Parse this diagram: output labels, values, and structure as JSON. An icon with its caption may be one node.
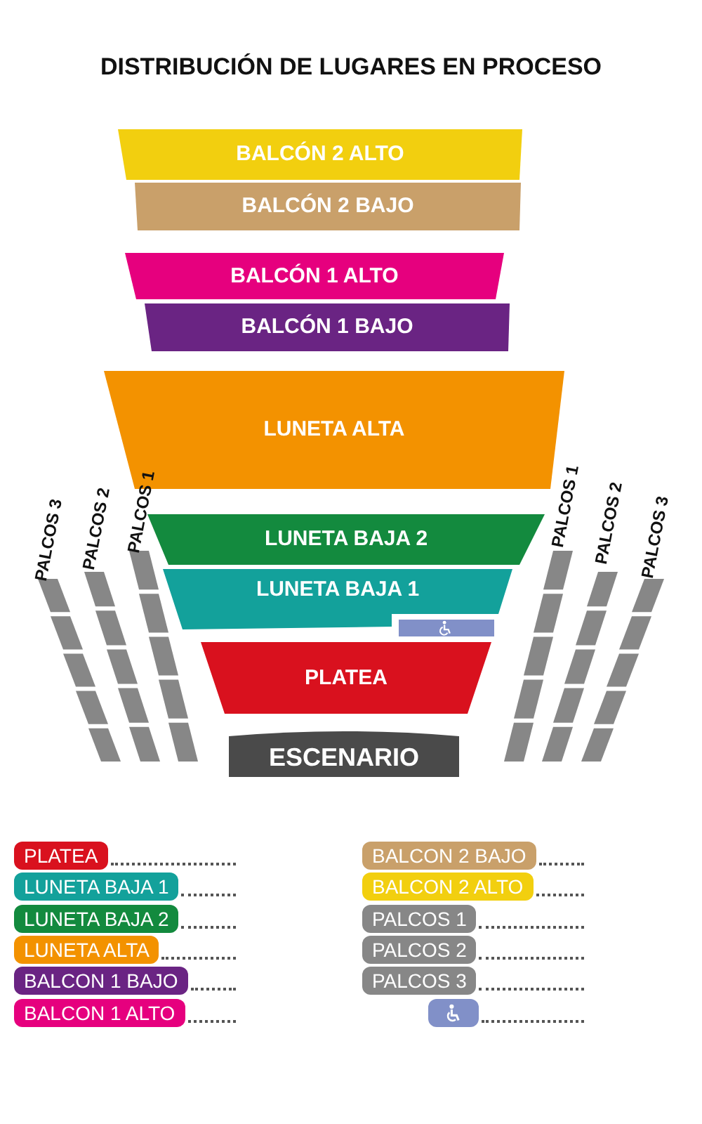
{
  "diagram": {
    "title": "DISTRIBUCIÓN DE LUGARES EN PROCESO",
    "nodes": [
      {
        "text": [
          "BALCÓN 2 ALTO"
        ]
      },
      {
        "text": [
          "BALCÓN 2 BAJO"
        ]
      },
      {
        "text": [
          "BALCÓN 1 ALTO"
        ]
      },
      {
        "text": [
          "BALCÓN 1 BAJO"
        ]
      },
      {
        "text": [
          "LUNETA ALTA"
        ]
      },
      {
        "text": [
          "LUNETA BAJA 2"
        ]
      },
      {
        "text": [
          "LUNETA BAJA 1"
        ]
      },
      {
        "text": [],
        "shape": "box"
      },
      {
        "text": [
          "PLATEA"
        ]
      },
      {
        "text": [
          "ESCENARIO"
        ]
      }
    ],
    "labels": [
      "PALCOS 3",
      "PALCOS 2",
      "PALCOS 1",
      "PALCOS 1",
      "PALCOS 2",
      "PALCOS 3"
    ],
    "legend": [
      {
        "text": "PLATEA",
        "color": "#d9111e"
      },
      {
        "text": "LUNETA BAJA 1",
        "color": "#13a19b"
      },
      {
        "text": "LUNETA BAJA 2",
        "color": "#138a3e"
      },
      {
        "text": "LUNETA ALTA",
        "color": "#f39200"
      },
      {
        "text": "BALCON 1 BAJO",
        "color": "#6a2483"
      },
      {
        "text": "BALCON 1 ALTO",
        "color": "#e6007e"
      },
      {
        "text": "BALCON 2 BAJO",
        "color": "#c9a06a"
      },
      {
        "text": "BALCON 2 ALTO",
        "color": "#f2cf0f"
      },
      {
        "text": "PALCOS 1",
        "color": "#878787"
      },
      {
        "text": "PALCOS 2",
        "color": "#878787"
      },
      {
        "text": "PALCOS 3",
        "color": "#878787"
      }
    ]
  }
}
